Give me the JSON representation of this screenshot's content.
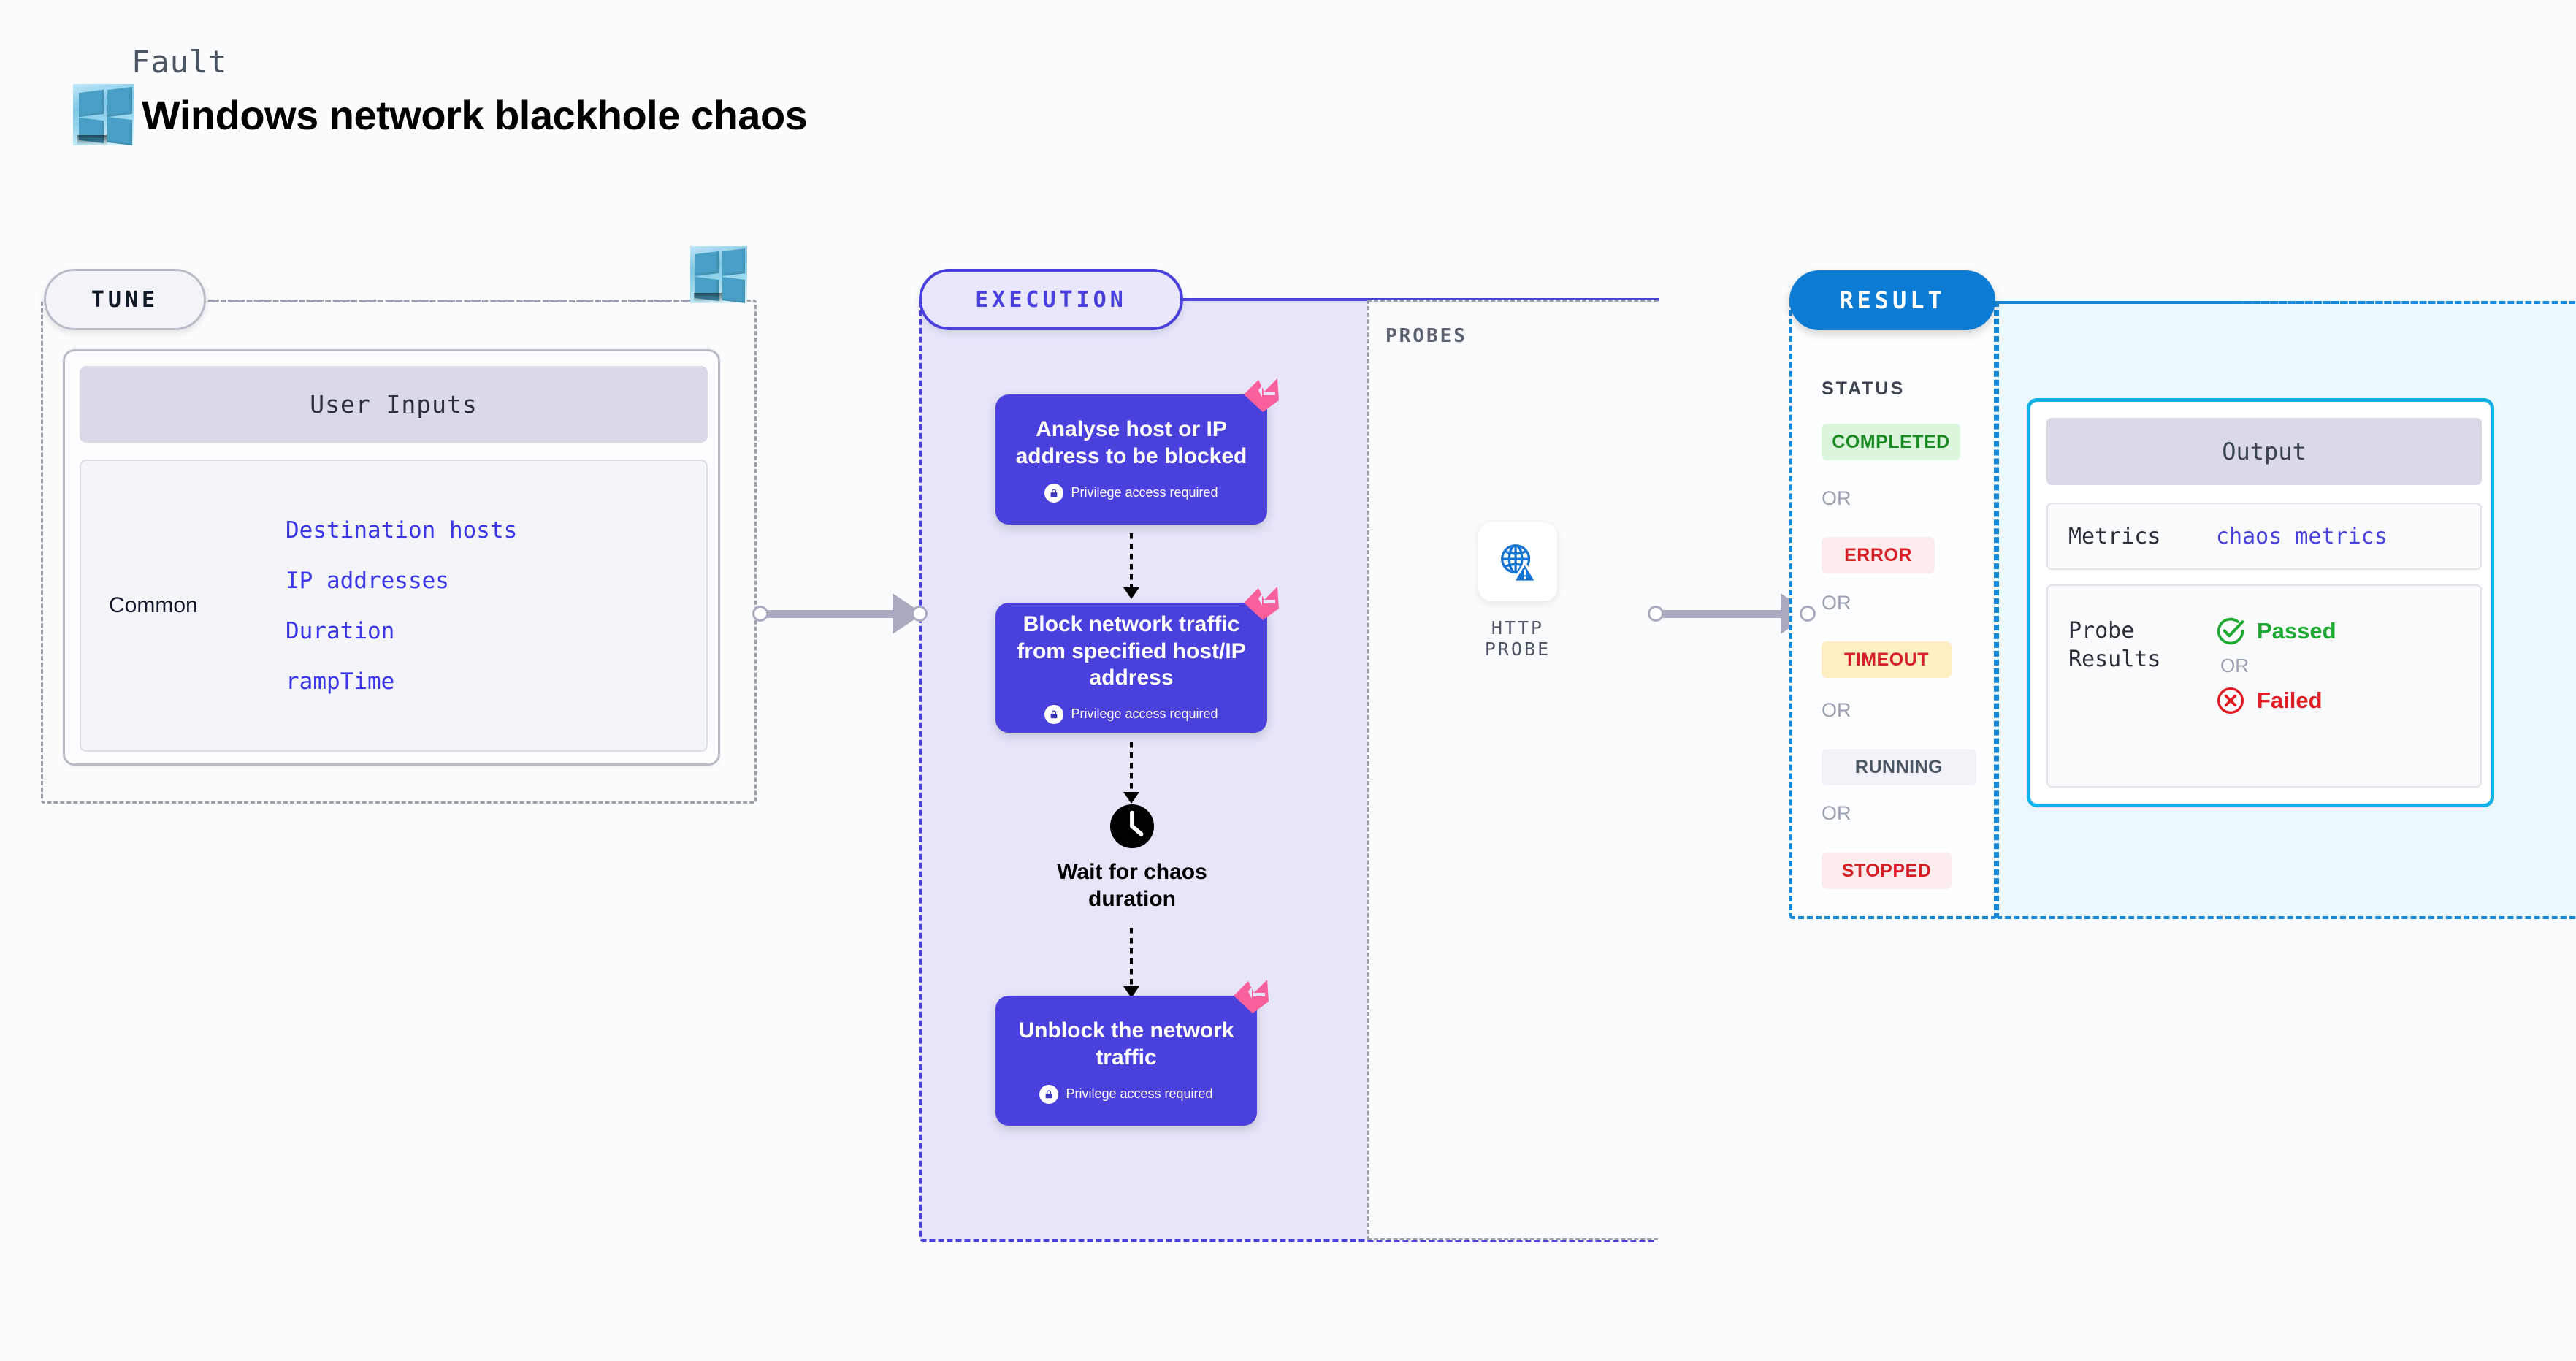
{
  "header": {
    "fault_label": "Fault",
    "title": "Windows network blackhole chaos",
    "logo_icon": "windows-logo-icon"
  },
  "tune": {
    "pill_label": "TUNE",
    "user_inputs_header": "User Inputs",
    "group_label": "Common",
    "params": [
      "Destination hosts",
      "IP addresses",
      "Duration",
      "rampTime"
    ],
    "corner_icon": "windows-logo-icon"
  },
  "execution": {
    "pill_label": "EXECUTION",
    "privilege_note": "Privilege access required",
    "lock_icon": "lock-icon",
    "flag_icon": "pink-flag-badge-icon",
    "clock_icon": "clock-icon",
    "nodes": [
      {
        "title": "Analyse host or IP address to be blocked",
        "privileged": true
      },
      {
        "title": "Block network traffic from specified host/IP address",
        "privileged": true
      },
      {
        "title": "Wait for chaos duration",
        "privileged": false
      },
      {
        "title": "Unblock the network traffic",
        "privileged": true
      }
    ]
  },
  "probes": {
    "section_label": "PROBES",
    "items": [
      {
        "caption": "HTTP PROBE",
        "icon": "globe-warning-icon"
      }
    ]
  },
  "result": {
    "pill_label": "RESULT",
    "status_label": "STATUS",
    "or_label": "OR",
    "statuses": [
      {
        "label": "COMPLETED",
        "bg": "#dcf5dd",
        "fg": "#1a8a22"
      },
      {
        "label": "ERROR",
        "bg": "#fdeced",
        "fg": "#d42026"
      },
      {
        "label": "TIMEOUT",
        "bg": "#fdeec4",
        "fg": "#d42026"
      },
      {
        "label": "RUNNING",
        "bg": "#f1f3f8",
        "fg": "#4b5563"
      },
      {
        "label": "STOPPED",
        "bg": "#fdeced",
        "fg": "#d42026"
      }
    ],
    "output": {
      "header": "Output",
      "metrics_label": "Metrics",
      "metrics_value": "chaos metrics",
      "probe_results_label": "Probe Results",
      "or_label": "OR",
      "passed_label": "Passed",
      "failed_label": "Failed",
      "passed_icon": "check-circle-icon",
      "failed_icon": "x-circle-icon"
    }
  },
  "colors": {
    "execution_purple": "#4a40db",
    "result_blue": "#0b7bd4",
    "output_border_cyan": "#12b2e7",
    "param_blue": "#3b36e8",
    "flag_pink": "#f9609c"
  }
}
